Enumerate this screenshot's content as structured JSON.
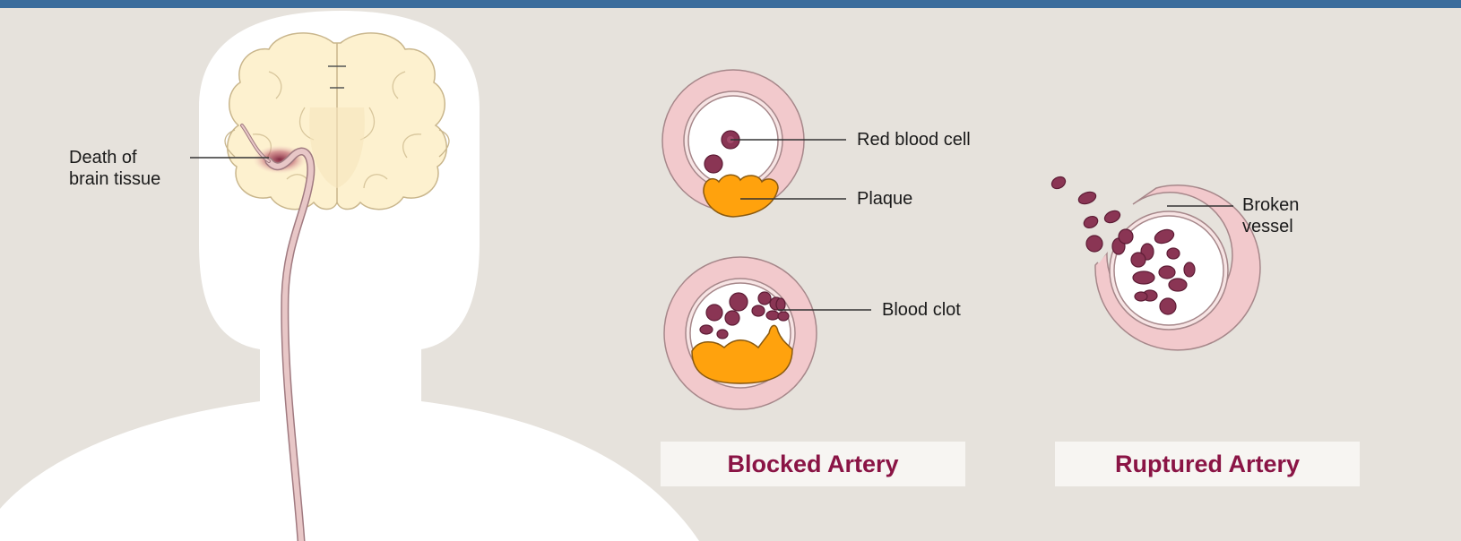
{
  "labels": {
    "death_of_brain_tissue_line1": "Death of",
    "death_of_brain_tissue_line2": "brain tissue",
    "red_blood_cell": "Red blood cell",
    "plaque": "Plaque",
    "blood_clot": "Blood clot",
    "broken_vessel_line1": "Broken",
    "broken_vessel_line2": "vessel"
  },
  "captions": {
    "blocked": "Blocked Artery",
    "ruptured": "Ruptured Artery"
  },
  "colors": {
    "header_bar": "#3a6c9c",
    "background": "#e6e2dc",
    "silhouette": "#ffffff",
    "brain": "#fdf1cf",
    "artery_wall": "#f2c9cc",
    "plaque": "#ffa20d",
    "blood_cell": "#8a3554",
    "caption_text": "#8a1445"
  }
}
